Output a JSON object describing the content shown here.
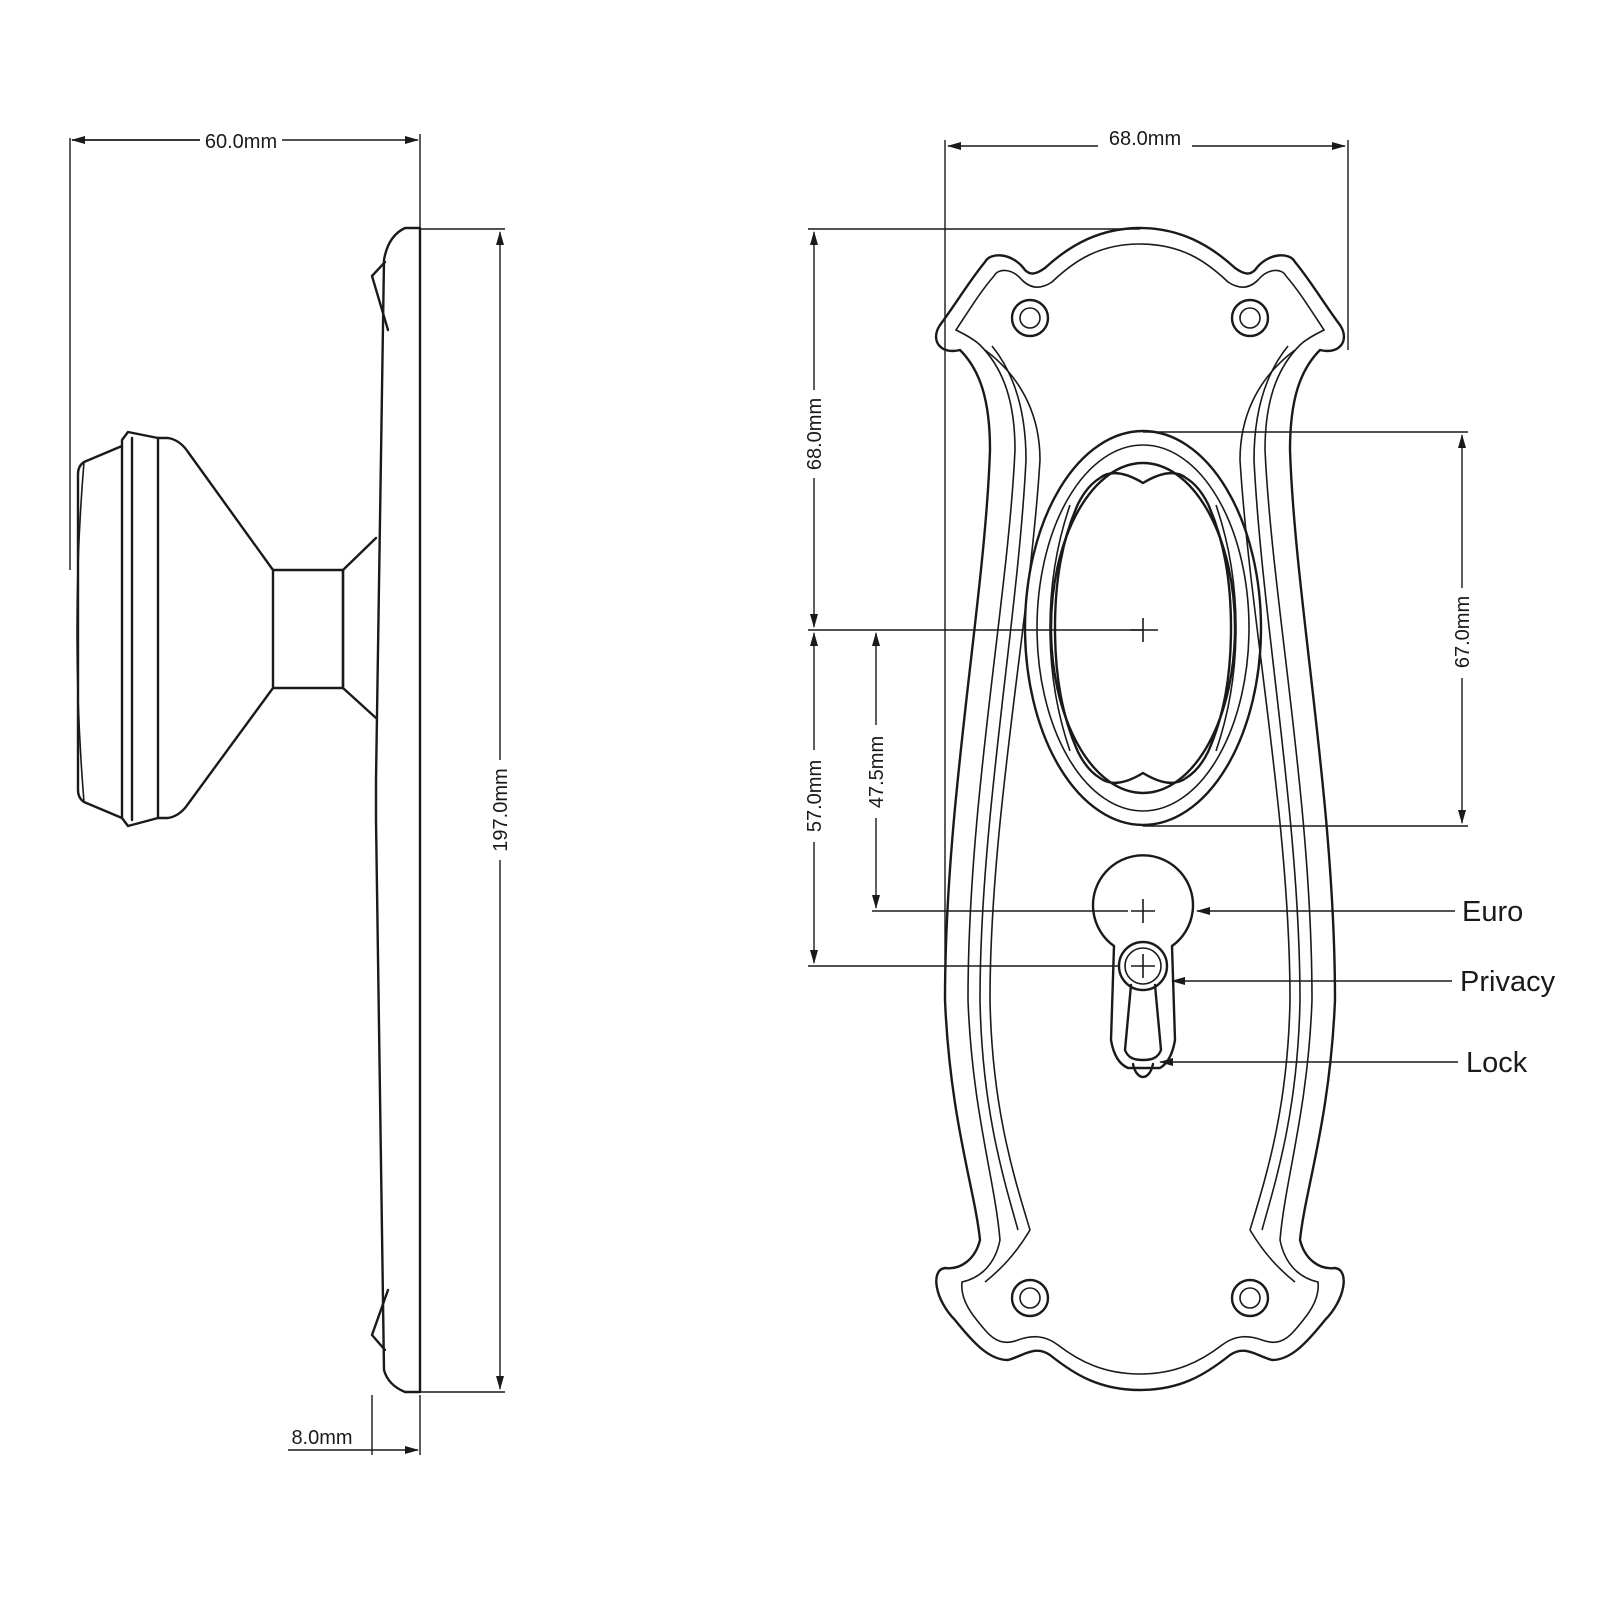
{
  "side_view": {
    "width_dimension": "60.0mm",
    "height_dimension": "197.0mm",
    "thickness_dimension": "8.0mm"
  },
  "front_view": {
    "width_dimension": "68.0mm",
    "top_to_center_dimension": "68.0mm",
    "lever_hole_height_dimension": "67.0mm",
    "center_to_privacy_dimension": "57.0mm",
    "center_to_euro_dimension": "47.5mm"
  },
  "callouts": {
    "euro": "Euro",
    "privacy": "Privacy",
    "lock": "Lock"
  }
}
